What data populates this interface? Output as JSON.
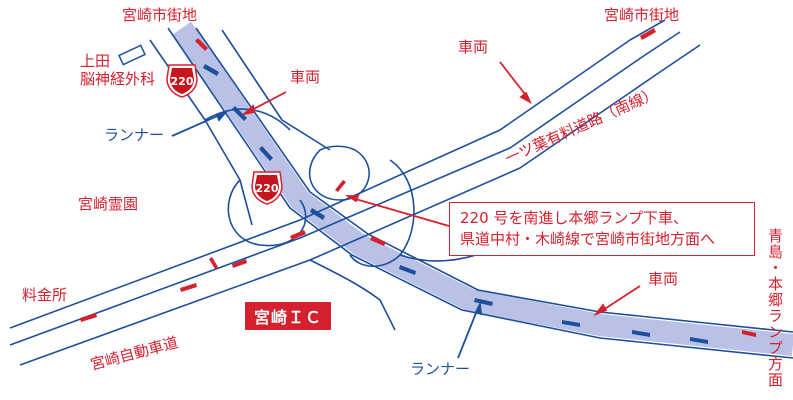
{
  "labels": {
    "city_center_top_left": "宮崎市街地",
    "city_center_top_right": "宮崎市街地",
    "clinic": "上田\n脳神経外科",
    "cemetery": "宮崎霊園",
    "tollgate": "料金所",
    "expressway": "宮崎自動車道",
    "road_hitotsuba": "一ツ葉有料道路（南線）",
    "direction_aoshima": "青島・本郷ランプ方面",
    "car_upper_left": "車両",
    "car_upper_right": "車両",
    "car_lower_right": "車両",
    "runner_left": "ランナー",
    "runner_bottom": "ランナー",
    "route_220_upper": "220",
    "route_220_lower": "220"
  },
  "callout": {
    "line1": "220 号を南進し本郷ランプ下車、",
    "line2": "県道中村・木崎線で宮崎市街地方面へ"
  },
  "interchange": "宮崎ＩＣ",
  "colors": {
    "road_outline": "#1d4f9c",
    "runner_route": "#b9c2e6",
    "car_arrow": "#d5202e",
    "runner_arrow": "#1d4f9c",
    "label_red": "#d5202e"
  }
}
